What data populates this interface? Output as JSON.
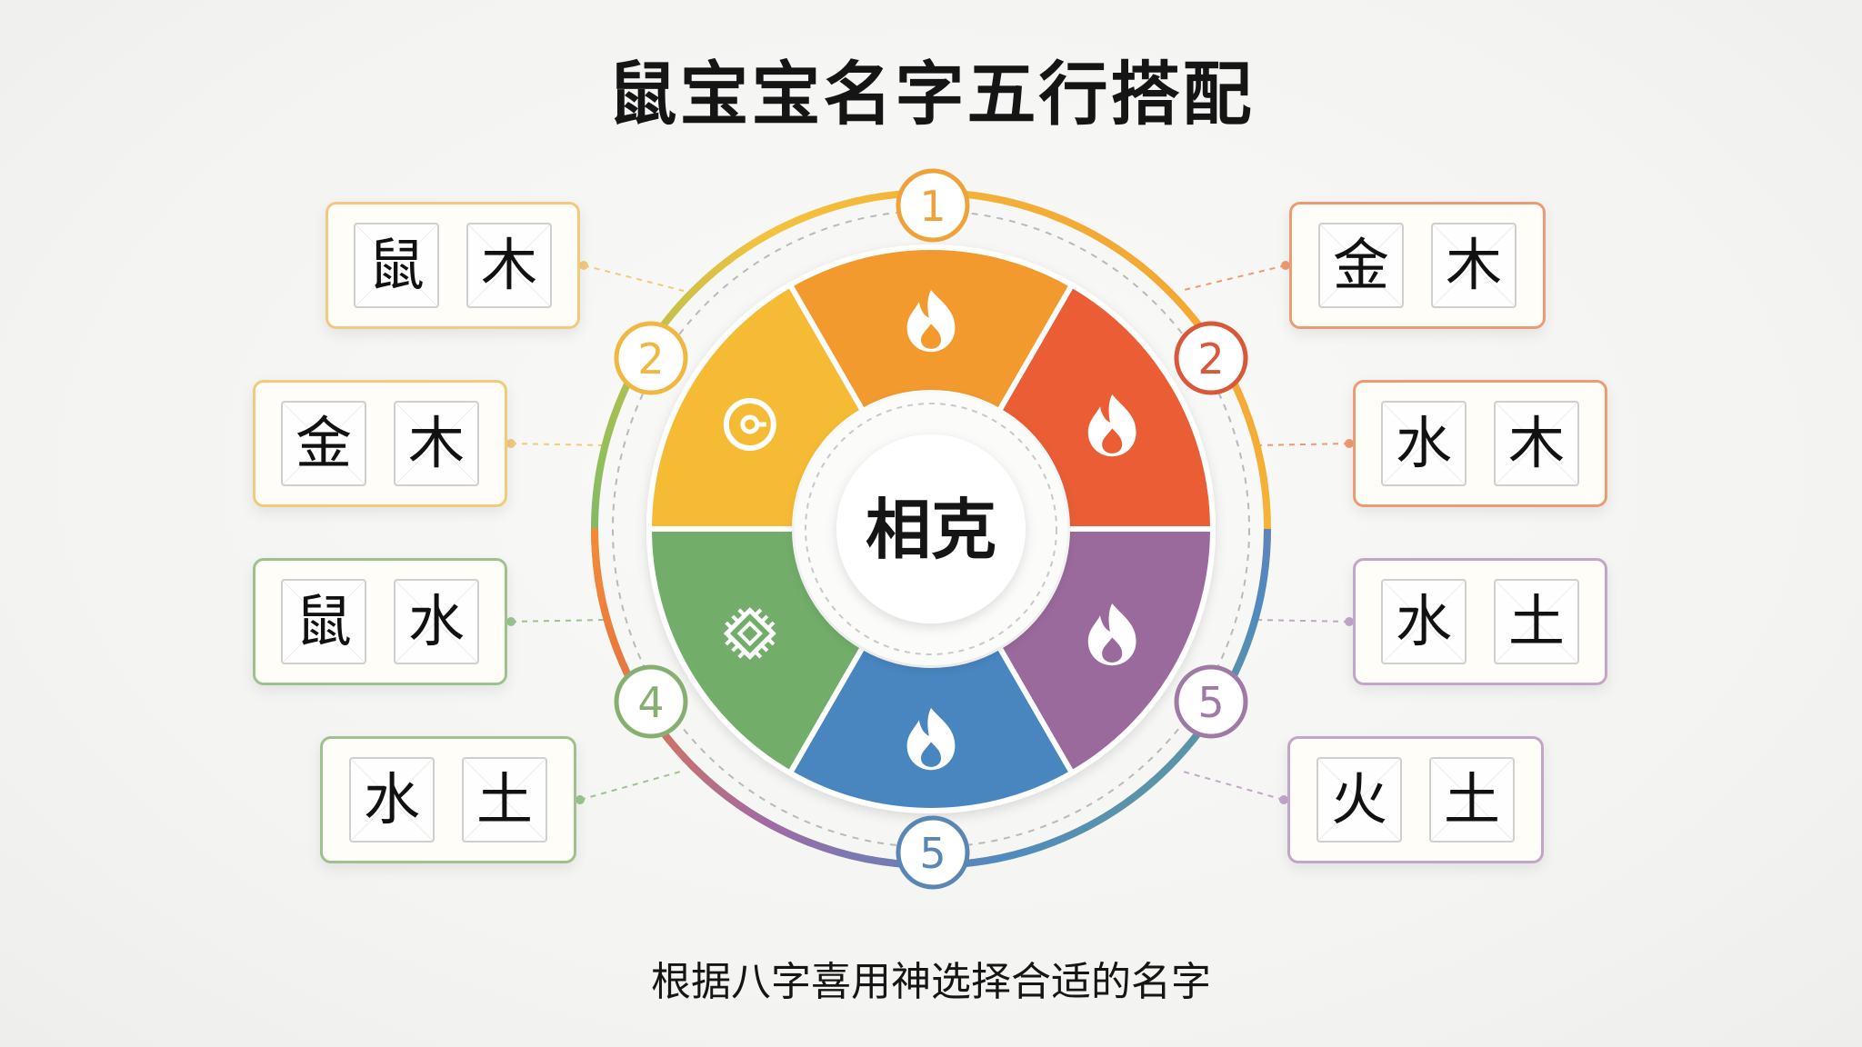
{
  "title": "鼠宝宝名字五行搭配",
  "subtitle": "根据八字喜用神选择合适的名字",
  "center_label": "相克",
  "colors": {
    "orange": "#f29a2e",
    "red_orange": "#ea5d35",
    "purple": "#9a6a9c",
    "blue": "#4a86c0",
    "green": "#72ad6a",
    "yellow": "#f5bb36"
  },
  "segments": [
    {
      "name": "top",
      "color": "#f29a2e",
      "icon": "flame-icon"
    },
    {
      "name": "upper-right",
      "color": "#ea5d35",
      "icon": "flame-icon"
    },
    {
      "name": "lower-right",
      "color": "#9a6a9c",
      "icon": "flame-icon"
    },
    {
      "name": "bottom",
      "color": "#4a86c0",
      "icon": "flame-icon"
    },
    {
      "name": "lower-left",
      "color": "#72ad6a",
      "icon": "chip-icon"
    },
    {
      "name": "upper-left",
      "color": "#f5bb36",
      "icon": "coin-icon"
    }
  ],
  "number_badges": [
    {
      "label": "1",
      "color": "#f0a23a"
    },
    {
      "label": "2",
      "color": "#f0b840"
    },
    {
      "label": "2",
      "color": "#d9583a"
    },
    {
      "label": "4",
      "color": "#86b072"
    },
    {
      "label": "5",
      "color": "#a07aa6"
    },
    {
      "label": "5",
      "color": "#5a86b4"
    }
  ],
  "left_cards": [
    {
      "chars": [
        "鼠",
        "木"
      ],
      "color": "#f2c97e"
    },
    {
      "chars": [
        "金",
        "木"
      ],
      "color": "#f2c97e"
    },
    {
      "chars": [
        "鼠",
        "水"
      ],
      "color": "#9cc38e"
    },
    {
      "chars": [
        "水",
        "土"
      ],
      "color": "#9cc38e"
    }
  ],
  "right_cards": [
    {
      "chars": [
        "金",
        "木"
      ],
      "color": "#ee9a72"
    },
    {
      "chars": [
        "水",
        "木"
      ],
      "color": "#ee9a72"
    },
    {
      "chars": [
        "水",
        "土"
      ],
      "color": "#c2a6c8"
    },
    {
      "chars": [
        "火",
        "土"
      ],
      "color": "#c2a6c8"
    }
  ]
}
